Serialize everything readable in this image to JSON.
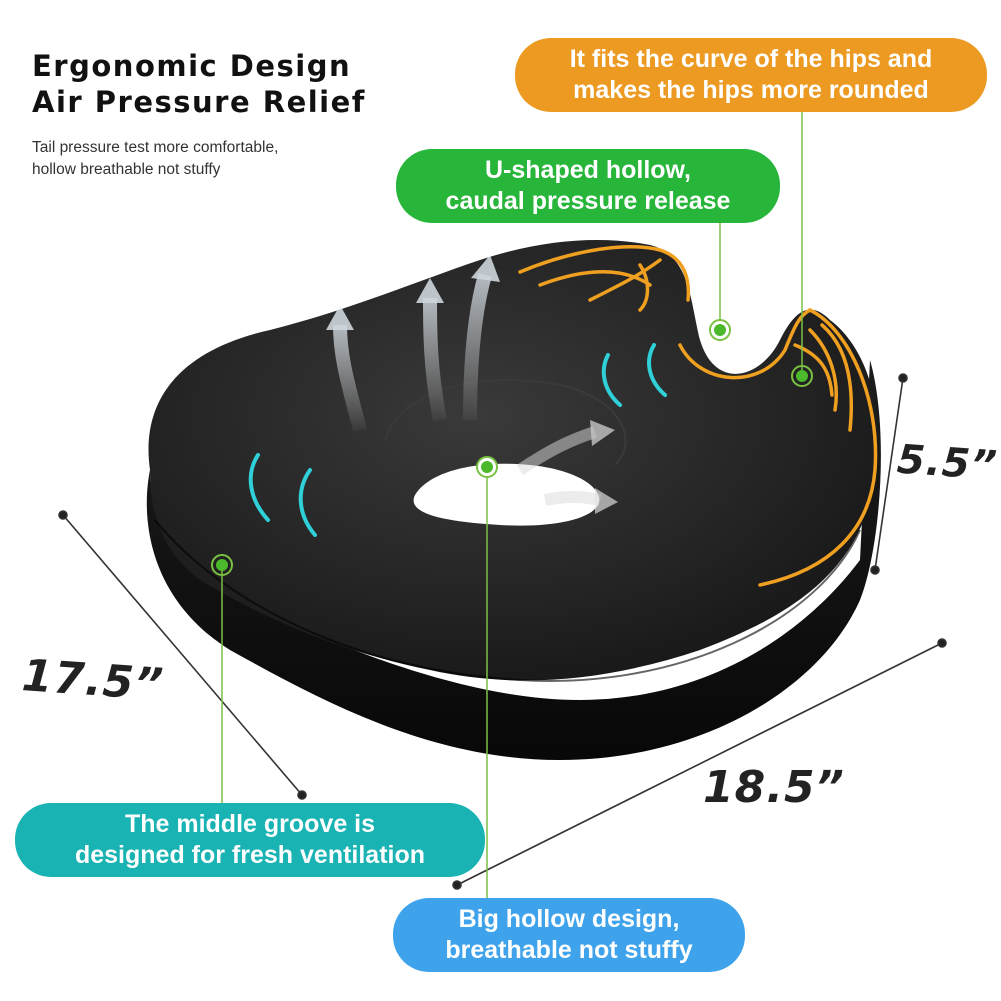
{
  "header": {
    "title_lines": [
      "Ergonomic Design",
      "Air Pressure Relief"
    ],
    "subtitle_lines": [
      "Tail pressure test more comfortable,",
      "hollow breathable not stuffy"
    ]
  },
  "callouts": [
    {
      "id": "hips-curve",
      "color": "#ec9a22",
      "lines": [
        "It fits the curve of the hips and",
        "makes the hips more rounded"
      ]
    },
    {
      "id": "u-shaped",
      "color": "#27b53a",
      "lines": [
        "U-shaped hollow,",
        "caudal pressure release"
      ]
    },
    {
      "id": "middle-groove",
      "color": "#1ab3b3",
      "lines": [
        "The middle groove is",
        "designed for fresh ventilation"
      ]
    },
    {
      "id": "big-hollow",
      "color": "#3fa3ec",
      "lines": [
        "Big hollow design,",
        "breathable not stuffy"
      ]
    }
  ],
  "dimensions": {
    "width": "17.5”",
    "length": "18.5”",
    "height": "5.5”"
  },
  "colors": {
    "cushion": "#1a1a1a",
    "accent_orange": "#f0a020",
    "accent_cyan": "#2fd0d8",
    "marker_green": "#4cb82c",
    "leader_green": "#7ac143"
  }
}
